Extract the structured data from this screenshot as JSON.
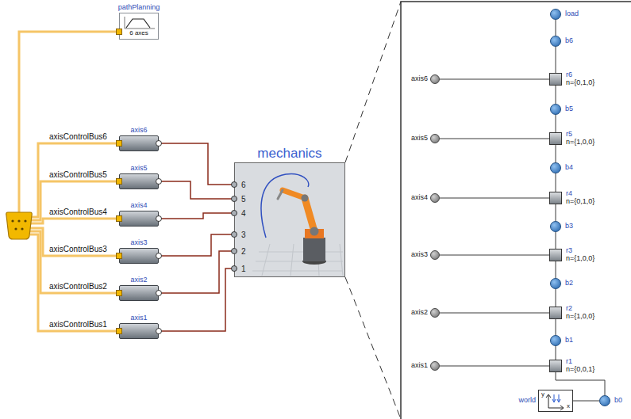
{
  "diagram": {
    "nodes": [
      {
        "text": [
          "pathPlanning",
          "6 axes"
        ]
      },
      {
        "text": [
          "axis6"
        ]
      },
      {
        "text": [
          "axis5"
        ]
      },
      {
        "text": [
          "axis4"
        ]
      },
      {
        "text": [
          "axis3"
        ]
      },
      {
        "text": [
          "axis2"
        ]
      },
      {
        "text": [
          "axis1"
        ]
      },
      {
        "text": [
          "mechanics",
          "6",
          "5",
          "4",
          "3",
          "2",
          "1"
        ]
      },
      {
        "text": [
          "axis6"
        ]
      },
      {
        "text": [
          "axis5"
        ]
      },
      {
        "text": [
          "axis4"
        ]
      },
      {
        "text": [
          "axis3"
        ]
      },
      {
        "text": [
          "axis2"
        ]
      },
      {
        "text": [
          "axis1"
        ]
      },
      {
        "text": [
          "load"
        ]
      },
      {
        "text": [
          "b6"
        ]
      },
      {
        "text": [
          "r6",
          "n={0,1,0}"
        ]
      },
      {
        "text": [
          "b5"
        ]
      },
      {
        "text": [
          "r5",
          "n={1,0,0}"
        ]
      },
      {
        "text": [
          "b4"
        ]
      },
      {
        "text": [
          "r4",
          "n={0,1,0}"
        ]
      },
      {
        "text": [
          "b3"
        ]
      },
      {
        "text": [
          "r3",
          "n={1,0,0}"
        ]
      },
      {
        "text": [
          "b2"
        ]
      },
      {
        "text": [
          "r2",
          "n={1,0,0}"
        ]
      },
      {
        "text": [
          "b1"
        ]
      },
      {
        "text": [
          "r1",
          "n={0,0,1}"
        ]
      },
      {
        "text": [
          "b0"
        ]
      },
      {
        "text": [
          "world",
          "y",
          "x"
        ]
      }
    ],
    "edges": [
      {
        "from": 1,
        "to": 7,
        "arrow": "none"
      },
      {
        "from": 2,
        "to": 7,
        "arrow": "none"
      },
      {
        "from": 3,
        "to": 7,
        "arrow": "none"
      },
      {
        "from": 4,
        "to": 7,
        "arrow": "none"
      },
      {
        "from": 5,
        "to": 7,
        "arrow": "none"
      },
      {
        "from": 6,
        "to": 7,
        "arrow": "none"
      },
      {
        "from": 8,
        "to": 16,
        "arrow": "none"
      },
      {
        "from": 9,
        "to": 18,
        "arrow": "none"
      },
      {
        "from": 10,
        "to": 20,
        "arrow": "none"
      },
      {
        "from": 11,
        "to": 22,
        "arrow": "none"
      },
      {
        "from": 12,
        "to": 24,
        "arrow": "none"
      },
      {
        "from": 13,
        "to": 26,
        "arrow": "none"
      },
      {
        "from": 28,
        "to": 27,
        "arrow": "none"
      },
      {
        "from": 27,
        "to": 26,
        "arrow": "none"
      },
      {
        "from": 26,
        "to": 25,
        "arrow": "none"
      },
      {
        "from": 25,
        "to": 24,
        "arrow": "none"
      },
      {
        "from": 24,
        "to": 23,
        "arrow": "none"
      },
      {
        "from": 23,
        "to": 22,
        "arrow": "none"
      },
      {
        "from": 22,
        "to": 21,
        "arrow": "none"
      },
      {
        "from": 21,
        "to": 20,
        "arrow": "none"
      },
      {
        "from": 20,
        "to": 19,
        "arrow": "none"
      },
      {
        "from": 19,
        "to": 18,
        "arrow": "none"
      },
      {
        "from": 18,
        "to": 17,
        "arrow": "none"
      },
      {
        "from": 17,
        "to": 16,
        "arrow": "none"
      },
      {
        "from": 16,
        "to": 15,
        "arrow": "none"
      },
      {
        "from": 15,
        "to": 14,
        "arrow": "none"
      }
    ],
    "labels": [
      "axisControlBus6",
      "axisControlBus5",
      "axisControlBus4",
      "axisControlBus3",
      "axisControlBus2",
      "axisControlBus1"
    ]
  }
}
